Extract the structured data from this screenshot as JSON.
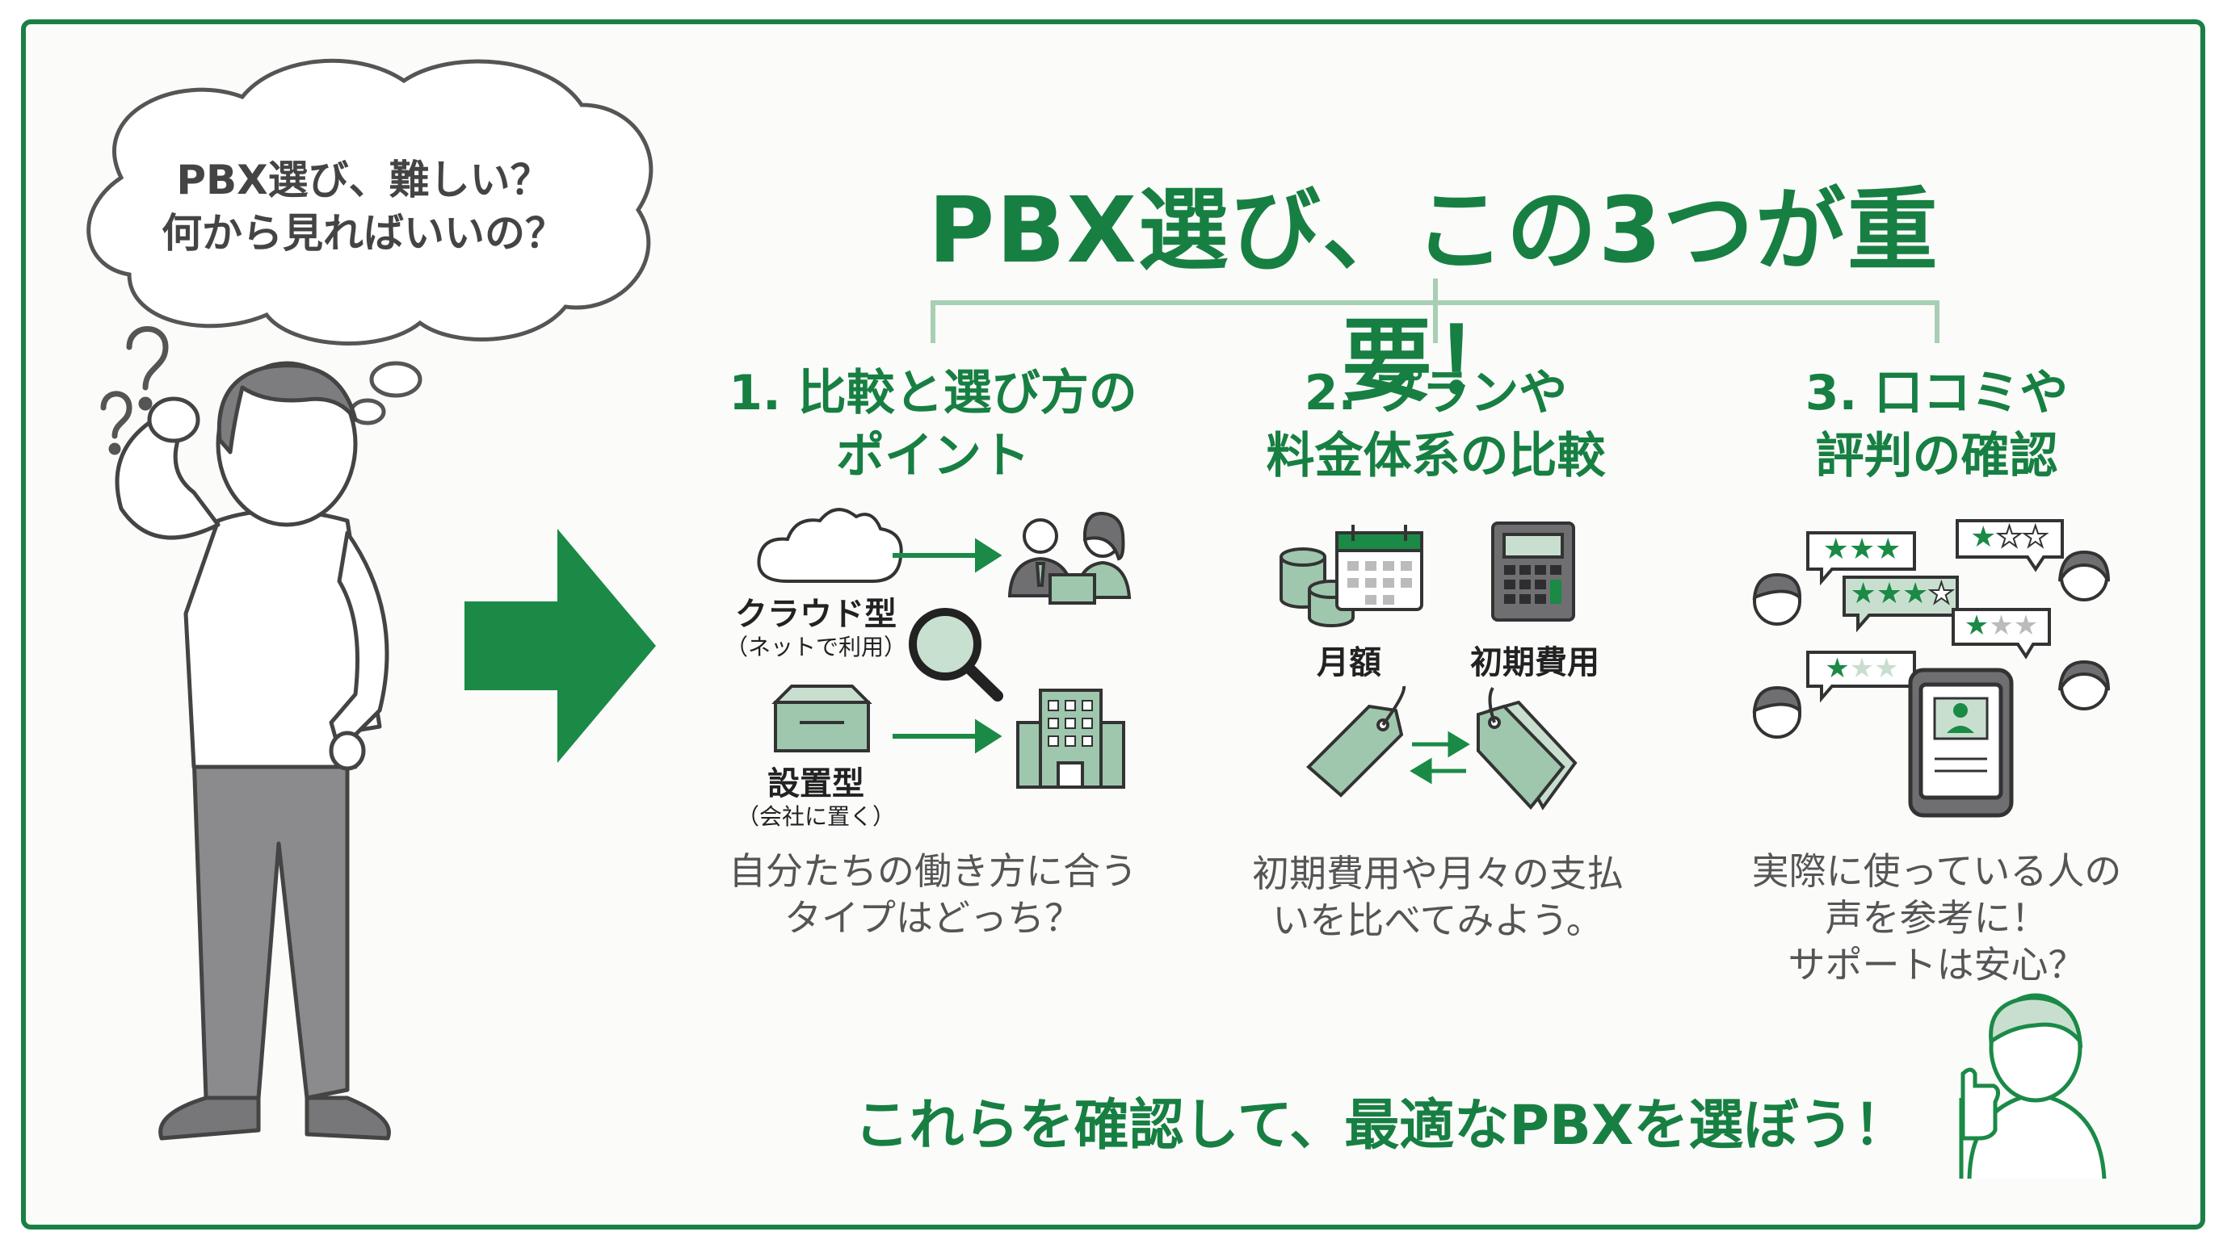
{
  "title": "PBX選び、この3つが重要！",
  "thought_bubble": {
    "line1": "PBX選び、難しい？",
    "line2": "何から見ればいいの？"
  },
  "sections": [
    {
      "heading_line1": "1. 比較と選び方の",
      "heading_line2": "ポイント",
      "cloud_label": "クラウド型",
      "cloud_sub": "（ネットで利用）",
      "onprem_label": "設置型",
      "onprem_sub": "（会社に置く）",
      "desc_line1": "自分たちの働き方に合う",
      "desc_line2": "タイプはどっち？"
    },
    {
      "heading_line1": "2. プランや",
      "heading_line2": "料金体系の比較",
      "monthly_label": "月額",
      "initial_label": "初期費用",
      "desc_line1": "初期費用や月々の支払",
      "desc_line2": "いを比べてみよう。"
    },
    {
      "heading_line1": "3. 口コミや",
      "heading_line2": "評判の確認",
      "desc_line1": "実際に使っている人の",
      "desc_line2": "声を参考に！",
      "desc_line3": "サポートは安心？"
    }
  ],
  "footer": "これらを確認して、最適なPBXを選ぼう！",
  "colors": {
    "brand_green": "#177f42",
    "light_green": "#a8cfb3",
    "icon_fill": "#9fc7ae",
    "gray": "#777777"
  }
}
